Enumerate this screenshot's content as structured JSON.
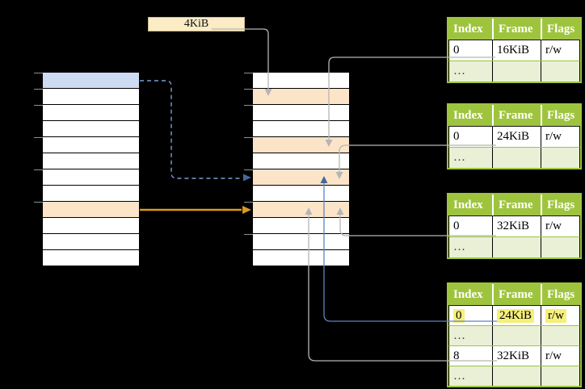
{
  "diagram": {
    "page_size_label": "4KiB",
    "colors": {
      "background": "#000000",
      "row_white": "#ffffff",
      "row_blue": "#cddcf2",
      "row_orange": "#fce4c8",
      "row_border": "#000000",
      "label_box_bg": "#fbecc6",
      "label_box_border": "#cbbb90",
      "table_green": "#9ec43e",
      "table_light_green": "#e9f0d6",
      "table_header_text": "#ffffff",
      "highlight_yellow": "#f5ef7b",
      "arrow_gray": "#b5b5b5",
      "arrow_blue": "#5f84ba",
      "arrow_blue_head": "#46689c",
      "arrow_dashed_blue": "#7b9dd2",
      "arrow_orange": "#d89b20",
      "tick_gray": "#8f8f8f"
    },
    "virtual_memory": {
      "rows": [
        "blue",
        "white",
        "white",
        "white",
        "white",
        "white",
        "white",
        "white",
        "orange",
        "white",
        "white",
        "white"
      ]
    },
    "physical_memory": {
      "rows": [
        "white",
        "orange",
        "white",
        "white",
        "orange",
        "white",
        "orange",
        "white",
        "orange",
        "white",
        "white",
        "white"
      ]
    },
    "page_tables": [
      {
        "headers": [
          "Index",
          "Frame",
          "Flags"
        ],
        "rows": [
          {
            "cells": [
              "0",
              "16KiB",
              "r/w"
            ],
            "shade": "white",
            "highlight": false
          },
          {
            "cells": [
              "…",
              "",
              ""
            ],
            "shade": "green",
            "highlight": false
          }
        ]
      },
      {
        "headers": [
          "Index",
          "Frame",
          "Flags"
        ],
        "rows": [
          {
            "cells": [
              "0",
              "24KiB",
              "r/w"
            ],
            "shade": "white",
            "highlight": false
          },
          {
            "cells": [
              "…",
              "",
              ""
            ],
            "shade": "green",
            "highlight": false
          }
        ]
      },
      {
        "headers": [
          "Index",
          "Frame",
          "Flags"
        ],
        "rows": [
          {
            "cells": [
              "0",
              "32KiB",
              "r/w"
            ],
            "shade": "white",
            "highlight": false
          },
          {
            "cells": [
              "…",
              "",
              ""
            ],
            "shade": "green",
            "highlight": false
          }
        ]
      },
      {
        "headers": [
          "Index",
          "Frame",
          "Flags"
        ],
        "rows": [
          {
            "cells": [
              "0",
              "24KiB",
              "r/w"
            ],
            "shade": "white",
            "highlight": true
          },
          {
            "cells": [
              "…",
              "",
              ""
            ],
            "shade": "green",
            "highlight": false
          },
          {
            "cells": [
              "8",
              "32KiB",
              "r/w"
            ],
            "shade": "white",
            "highlight": false
          },
          {
            "cells": [
              "…",
              "",
              ""
            ],
            "shade": "green",
            "highlight": false
          }
        ]
      }
    ]
  }
}
